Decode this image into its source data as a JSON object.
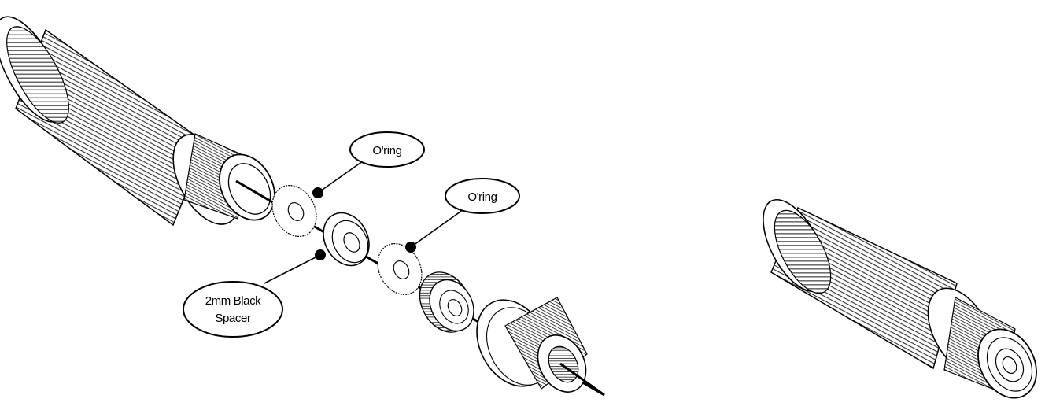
{
  "callouts": {
    "oring_upper": "O'ring",
    "oring_lower": "O'ring",
    "spacer_line1": "2mm Black",
    "spacer_line2": "Spacer"
  },
  "colors": {
    "ink": "#000000",
    "background": "#ffffff",
    "hatch": "#3a3a3a"
  }
}
